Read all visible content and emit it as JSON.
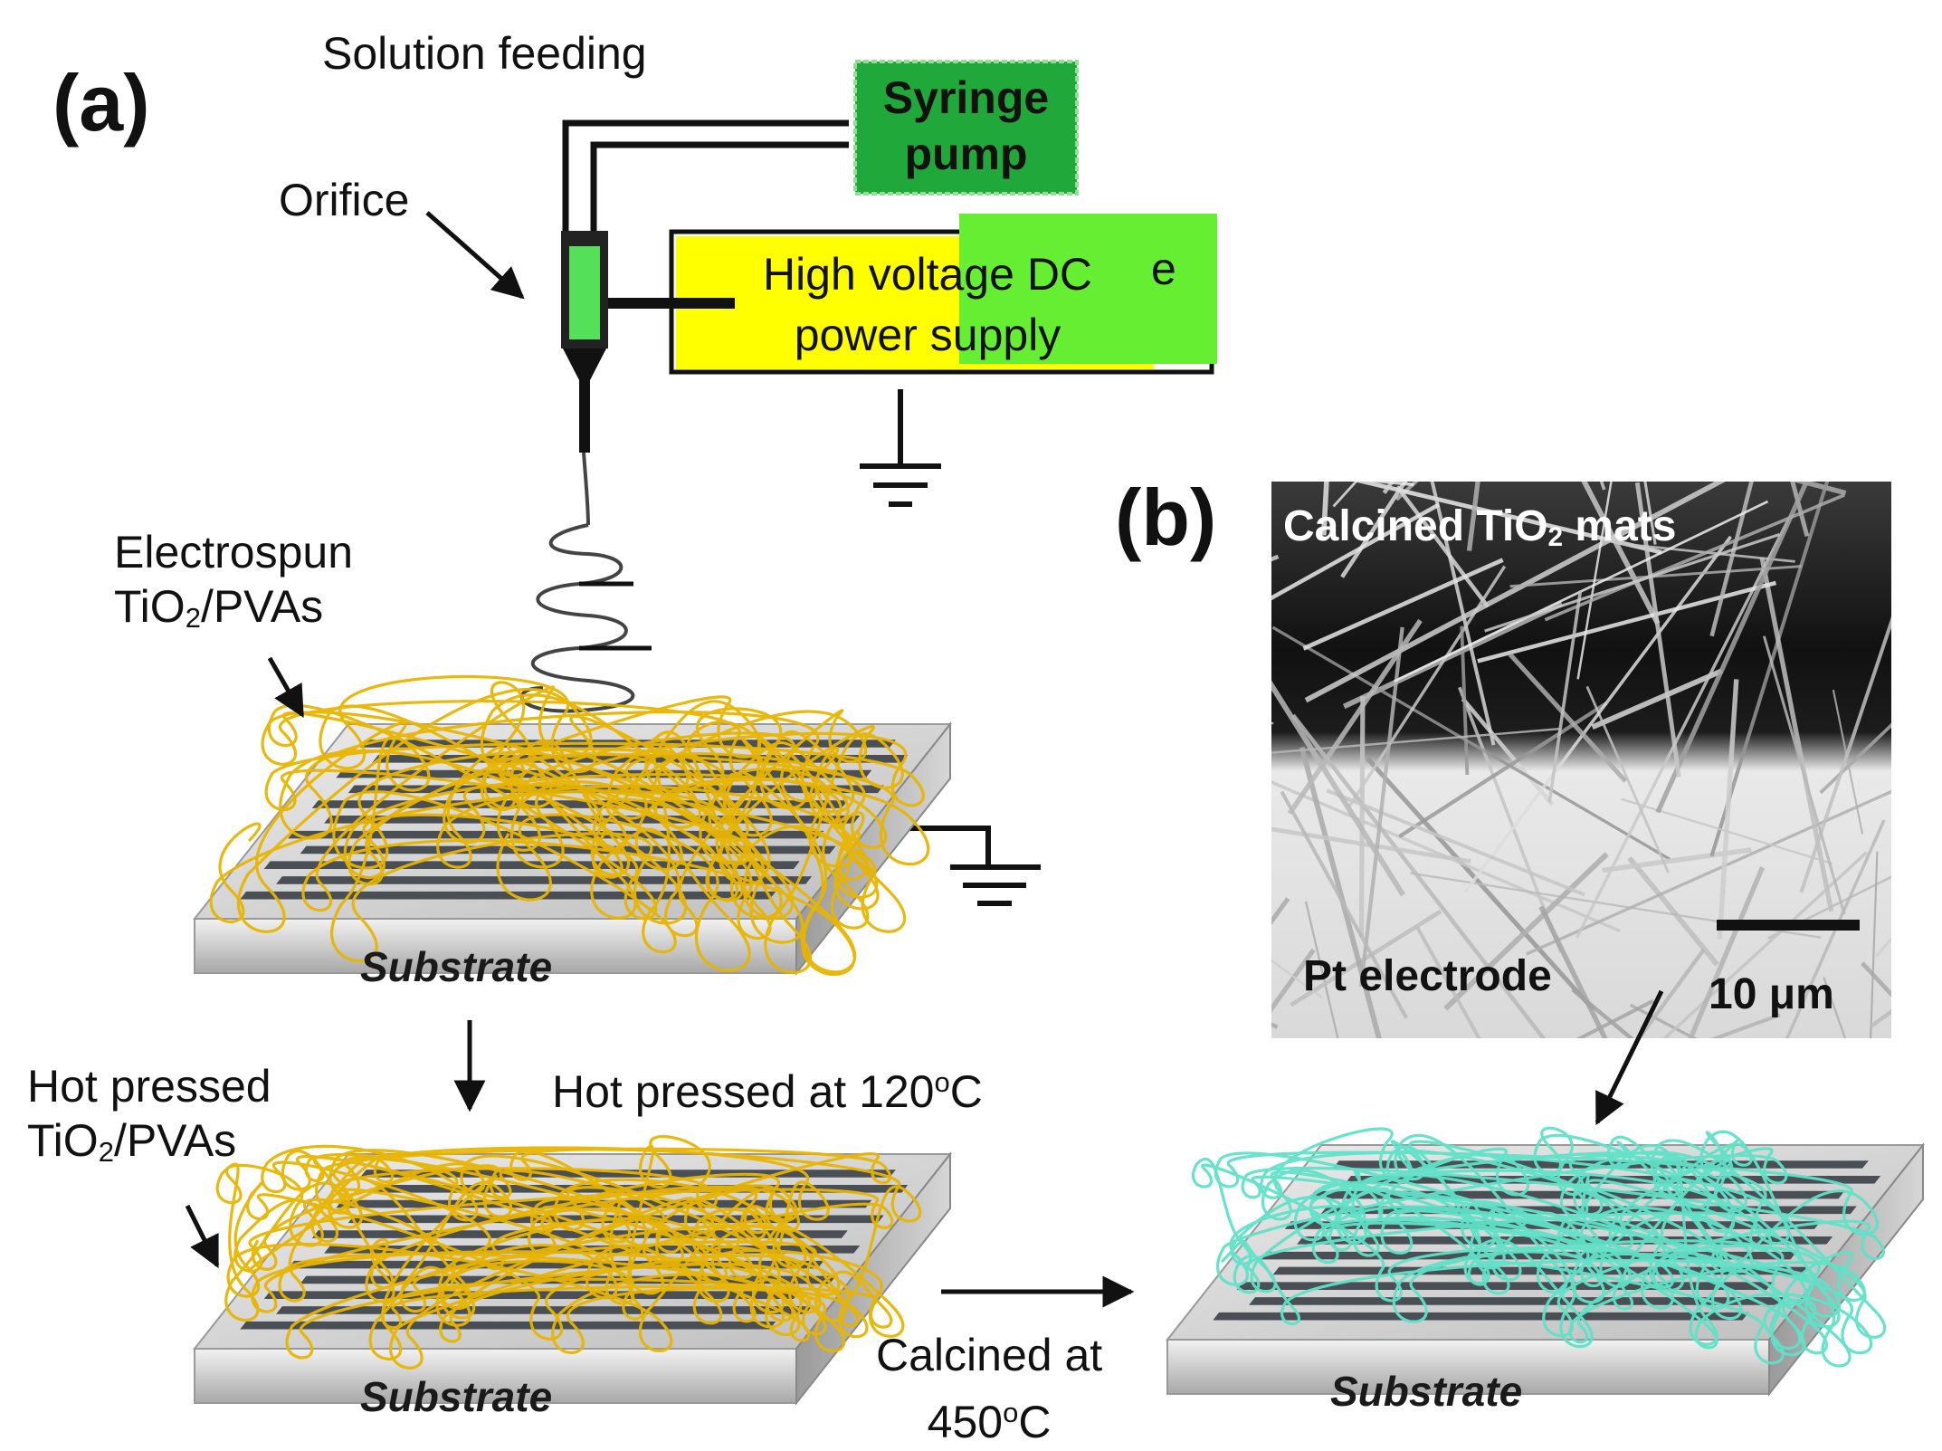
{
  "panels": {
    "a": "(a)",
    "b": "(b)"
  },
  "setup": {
    "solution_feeding": "Solution feeding",
    "syringe_pump": [
      "Syringe",
      "pump"
    ],
    "orifice": "Orifice",
    "hv_supply": [
      "High voltage DC",
      "power supply"
    ],
    "hv_overlap_char": "e"
  },
  "fibers": {
    "electrospun_line1": "Electrospun",
    "electrospun_line2_pre": "TiO",
    "electrospun_line2_sub": "2",
    "electrospun_line2_post": "/PVAs",
    "hot_pressed_line1": "Hot pressed",
    "hot_pressed_line2_pre": "TiO",
    "hot_pressed_line2_sub": "2",
    "hot_pressed_line2_post": "/PVAs"
  },
  "steps": {
    "hot_press_pre": "Hot pressed at 120",
    "hot_press_sup": "o",
    "hot_press_post": "C",
    "calcine_line1": "Calcined at",
    "calcine_line2_pre": "450",
    "calcine_line2_sup": "o",
    "calcine_line2_post": "C"
  },
  "substrate": "Substrate",
  "sem": {
    "top_pre": "Calcined TiO",
    "top_sub": "2",
    "top_post": " mats",
    "bottom": "Pt electrode",
    "scale": "10 μm"
  },
  "colors": {
    "syringe_green": "#1fa53a",
    "hv_yellow": "#ffff00",
    "hv_green": "#66ee33",
    "nozzle_green": "#55e05a",
    "fiber_yellow": "#e8b400",
    "fiber_cyan": "#5fe0c8",
    "substrate_grey": "#c9c9c9"
  }
}
